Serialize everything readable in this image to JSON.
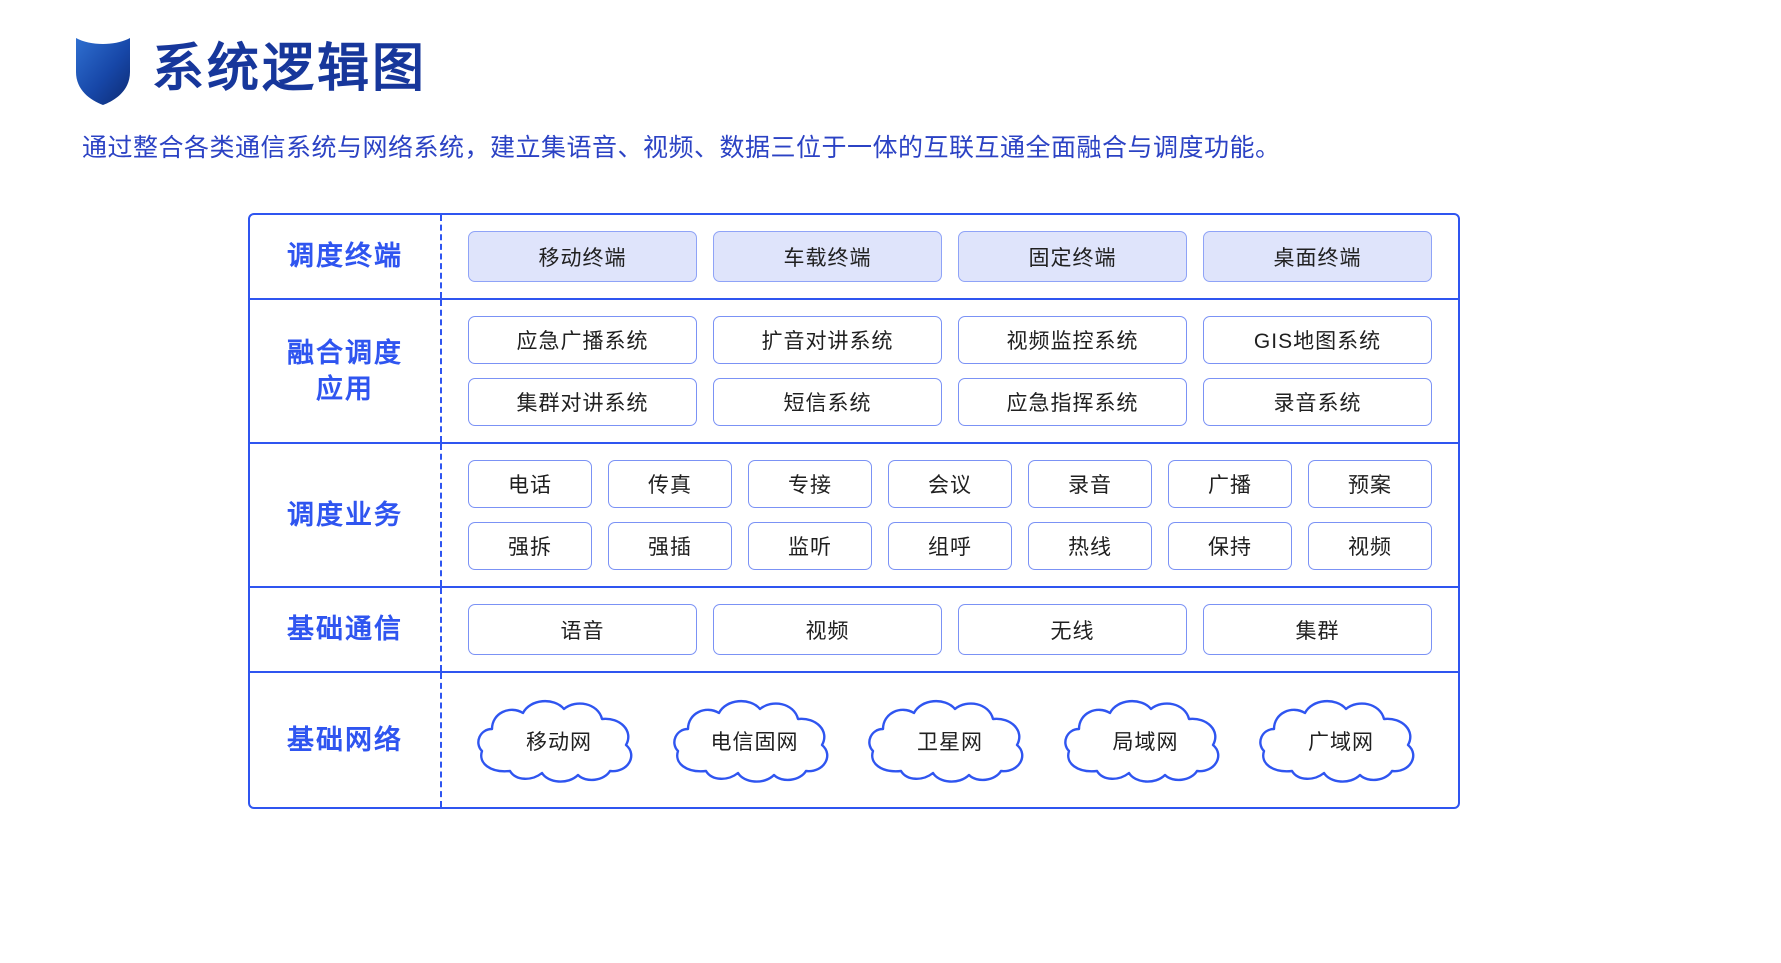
{
  "header": {
    "icon": "shield-icon",
    "title": "系统逻辑图",
    "subtitle": "通过整合各类通信系统与网络系统，建立集语音、视频、数据三位于一体的互联互通全面融合与调度功能。",
    "title_color": "#17379b",
    "subtitle_color": "#2b42c4"
  },
  "colors": {
    "frame_border": "#2f55f0",
    "chip_border": "#7b92f5",
    "chip_fill": "#dfe4fb",
    "label_text": "#2f55f0",
    "chip_text": "#202020"
  },
  "diagram": {
    "layers": [
      {
        "label": "调度终端",
        "style": "filled",
        "rows": [
          [
            "移动终端",
            "车载终端",
            "固定终端",
            "桌面终端"
          ]
        ]
      },
      {
        "label": "融合调度\n应用",
        "label_line1": "融合调度",
        "label_line2": "应用",
        "style": "outline",
        "rows": [
          [
            "应急广播系统",
            "扩音对讲系统",
            "视频监控系统",
            "GIS地图系统"
          ],
          [
            "集群对讲系统",
            "短信系统",
            "应急指挥系统",
            "录音系统"
          ]
        ]
      },
      {
        "label": "调度业务",
        "style": "outline",
        "rows": [
          [
            "电话",
            "传真",
            "专接",
            "会议",
            "录音",
            "广播",
            "预案"
          ],
          [
            "强拆",
            "强插",
            "监听",
            "组呼",
            "热线",
            "保持",
            "视频"
          ]
        ]
      },
      {
        "label": "基础通信",
        "style": "outline",
        "rows": [
          [
            "语音",
            "视频",
            "无线",
            "集群"
          ]
        ]
      },
      {
        "label": "基础网络",
        "style": "cloud",
        "rows": [
          [
            "移动网",
            "电信固网",
            "卫星网",
            "局域网",
            "广域网"
          ]
        ]
      }
    ]
  }
}
